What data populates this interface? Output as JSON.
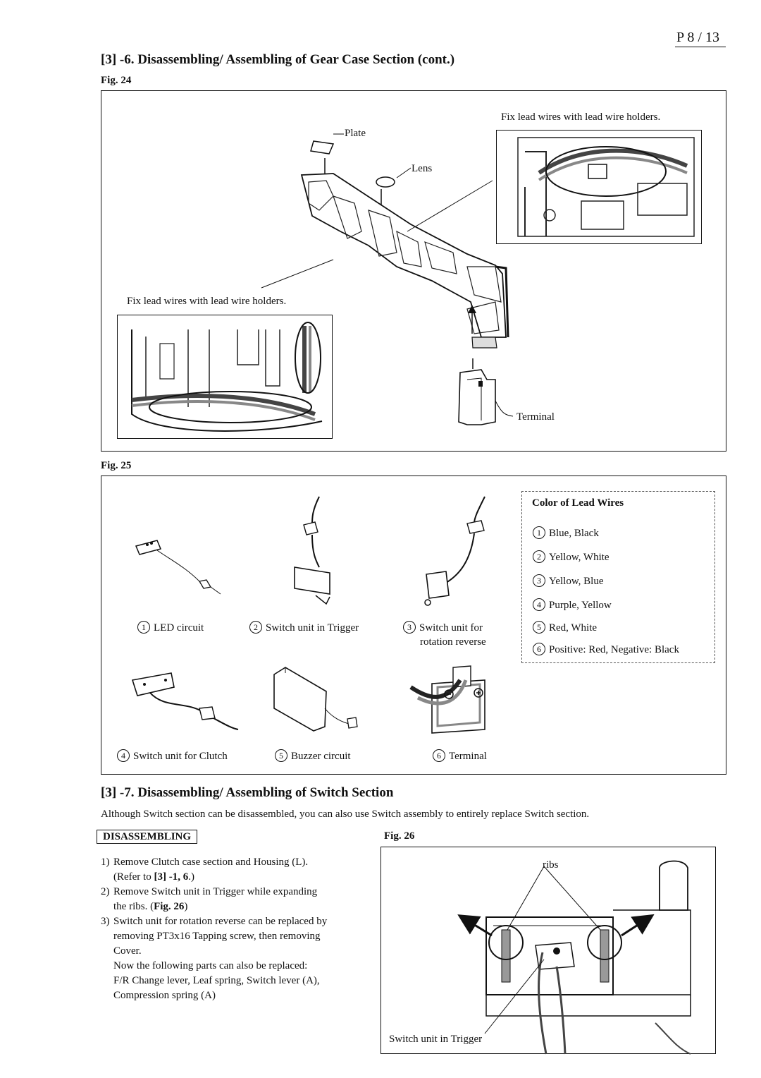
{
  "header": {
    "page_number": "P 8 / 13",
    "section_title": "[3] -6. Disassembling/ Assembling of Gear Case Section (cont.)"
  },
  "fig24": {
    "label": "Fig. 24",
    "callout_top": "Fix lead wires with lead wire holders.",
    "callout_left": "Fix lead wires with lead wire holders.",
    "plate": "Plate",
    "lens": "Lens",
    "terminal": "Terminal"
  },
  "fig25": {
    "label": "Fig. 25",
    "parts": [
      {
        "num": "1",
        "label": "LED circuit"
      },
      {
        "num": "2",
        "label": "Switch unit in Trigger"
      },
      {
        "num": "3",
        "label": "Switch unit for",
        "label2": "rotation reverse"
      },
      {
        "num": "4",
        "label": "Switch unit for Clutch"
      },
      {
        "num": "5",
        "label": "Buzzer circuit"
      },
      {
        "num": "6",
        "label": "Terminal"
      }
    ],
    "color_table": {
      "title": "Color of Lead Wires",
      "rows": [
        {
          "num": "1",
          "text": "Blue, Black"
        },
        {
          "num": "2",
          "text": "Yellow, White"
        },
        {
          "num": "3",
          "text": "Yellow, Blue"
        },
        {
          "num": "4",
          "text": "Purple, Yellow"
        },
        {
          "num": "5",
          "text": "Red, White"
        },
        {
          "num": "6",
          "text": "Positive: Red, Negative: Black"
        }
      ]
    }
  },
  "section7": {
    "title": "[3] -7. Disassembling/ Assembling of Switch Section",
    "intro": "Although Switch section can be disassembled, you can also use Switch assembly to entirely replace Switch section.",
    "tag": "DISASSEMBLING",
    "steps": [
      {
        "n": "1)",
        "line1": "Remove Clutch case section and Housing (L).",
        "line2a": "(Refer to ",
        "line2b": "[3] -1, 6",
        "line2c": ".)"
      },
      {
        "n": "2)",
        "line1": "Remove Switch unit in Trigger while expanding",
        "line2a": "the ribs. (",
        "line2b": "Fig. 26",
        "line2c": ")"
      },
      {
        "n": "3)",
        "line1": "Switch unit for rotation reverse can be replaced by",
        "line2": "removing PT3x16 Tapping screw, then removing",
        "line3": "Cover."
      }
    ],
    "note": [
      "Now the following parts can also be replaced:",
      "F/R Change lever, Leaf spring, Switch lever (A),",
      "Compression spring (A)"
    ]
  },
  "fig26": {
    "label": "Fig. 26",
    "ribs": "ribs",
    "switch_unit": "Switch unit in Trigger"
  }
}
